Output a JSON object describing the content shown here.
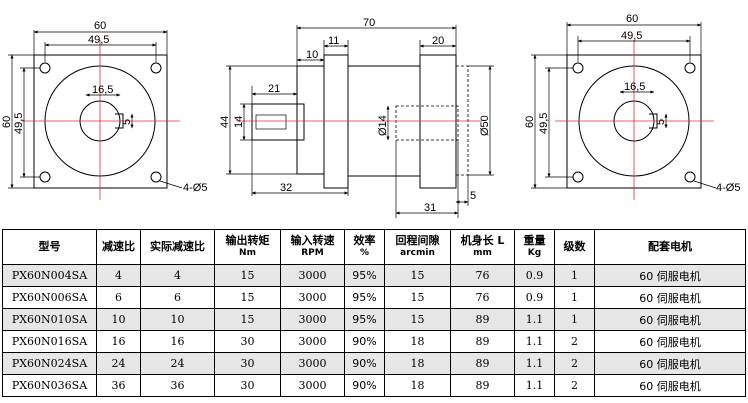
{
  "drawing": {
    "front_left": {
      "width_outer": "60",
      "width_bolt": "49,5",
      "height_outer": "60",
      "height_bolt": "49,5",
      "bore_dia": "16,5",
      "key_width": "5",
      "holes": "4-Ø5"
    },
    "side": {
      "total_length": "70",
      "flange_thk": "10",
      "shoulder": "11",
      "body_end": "20",
      "shaft_len": "21",
      "shaft_dia": "14",
      "pilot_dia": "44",
      "shaft_dia_label": "Ø14",
      "body_dia": "Ø50",
      "overall_shaft": "32",
      "motor_len": "31",
      "motor_offset": "5"
    },
    "front_right": {
      "width_outer": "60",
      "width_bolt": "49,5",
      "height_outer": "60",
      "height_bolt": "49,5",
      "bore_dia": "16,5",
      "key_width": "5",
      "holes": "4-Ø5"
    }
  },
  "table": {
    "headers": [
      {
        "main": "型号",
        "sub": ""
      },
      {
        "main": "减速比",
        "sub": ""
      },
      {
        "main": "实际减速比",
        "sub": ""
      },
      {
        "main": "输出转矩",
        "sub": "Nm"
      },
      {
        "main": "输入转速",
        "sub": "RPM"
      },
      {
        "main": "效率",
        "sub": "%"
      },
      {
        "main": "回程间隙",
        "sub": "arcmin"
      },
      {
        "main": "机身长 L",
        "sub": "mm"
      },
      {
        "main": "重量",
        "sub": "Kg"
      },
      {
        "main": "级数",
        "sub": ""
      },
      {
        "main": "配套电机",
        "sub": ""
      }
    ],
    "rows": [
      [
        "PX60N004SA",
        "4",
        "4",
        "15",
        "3000",
        "95%",
        "15",
        "76",
        "0.9",
        "1",
        "60 伺服电机"
      ],
      [
        "PX60N006SA",
        "6",
        "6",
        "15",
        "3000",
        "95%",
        "15",
        "76",
        "0.9",
        "1",
        "60 伺服电机"
      ],
      [
        "PX60N010SA",
        "10",
        "10",
        "15",
        "3000",
        "95%",
        "15",
        "89",
        "1.1",
        "1",
        "60 伺服电机"
      ],
      [
        "PX60N016SA",
        "16",
        "16",
        "30",
        "3000",
        "90%",
        "18",
        "89",
        "1.1",
        "2",
        "60 伺服电机"
      ],
      [
        "PX60N024SA",
        "24",
        "24",
        "30",
        "3000",
        "90%",
        "18",
        "89",
        "1.1",
        "2",
        "60 伺服电机"
      ],
      [
        "PX60N036SA",
        "36",
        "36",
        "30",
        "3000",
        "90%",
        "18",
        "89",
        "1.1",
        "2",
        "60 伺服电机"
      ]
    ]
  }
}
